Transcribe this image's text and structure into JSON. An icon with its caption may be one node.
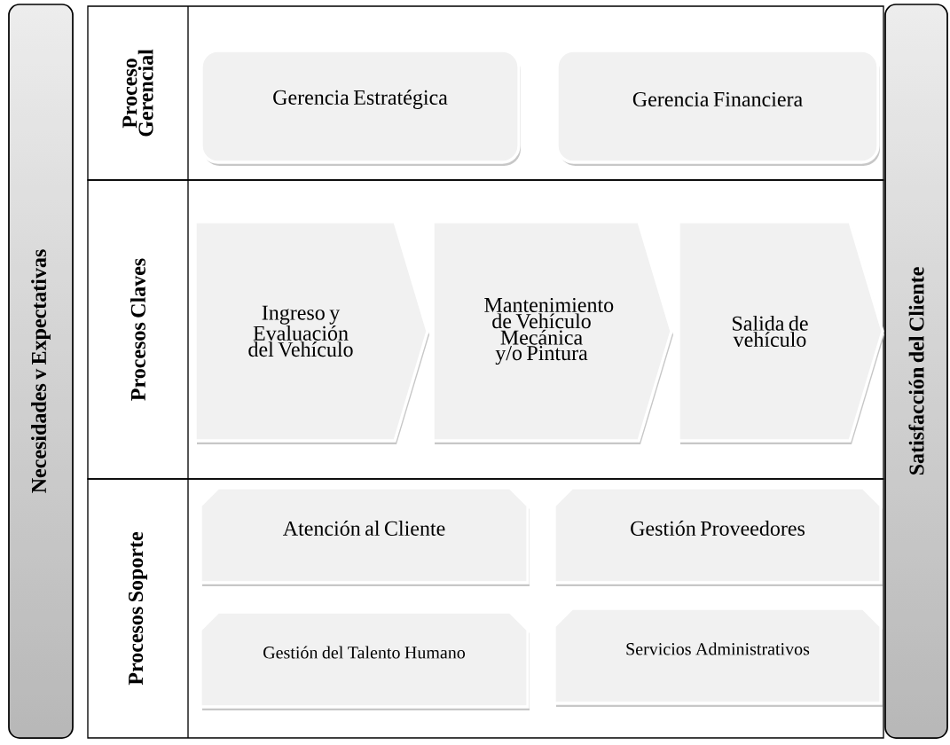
{
  "diagram": {
    "nodes": [
      {
        "text": [
          "Necesidades v Expectativas"
        ]
      },
      {
        "text": [
          "Proceso Gerencial"
        ]
      },
      {
        "text": [
          "Gerencia Estratégica"
        ],
        "in": 1
      },
      {
        "text": [
          "Gerencia Financiera"
        ],
        "in": 1
      },
      {
        "text": [
          "Procesos Claves"
        ]
      },
      {
        "text": [
          "Ingreso y Evaluación del Vehículo"
        ],
        "in": 4
      },
      {
        "text": [
          "Mantenimiento de Vehículo Mecánica y/o Pintura"
        ],
        "in": 4
      },
      {
        "text": [
          "Salida de vehículo"
        ],
        "in": 4
      },
      {
        "text": [
          "Procesos Soporte"
        ]
      },
      {
        "text": [
          "Atención al Cliente"
        ],
        "in": 8
      },
      {
        "text": [
          "Gestión Proveedores"
        ],
        "in": 8
      },
      {
        "text": [
          "Gestión del Talento Humano"
        ],
        "in": 8
      },
      {
        "text": [
          "Servicios Administrativos"
        ],
        "in": 8
      },
      {
        "text": [
          "Satisfacción del Cliente"
        ]
      }
    ]
  }
}
